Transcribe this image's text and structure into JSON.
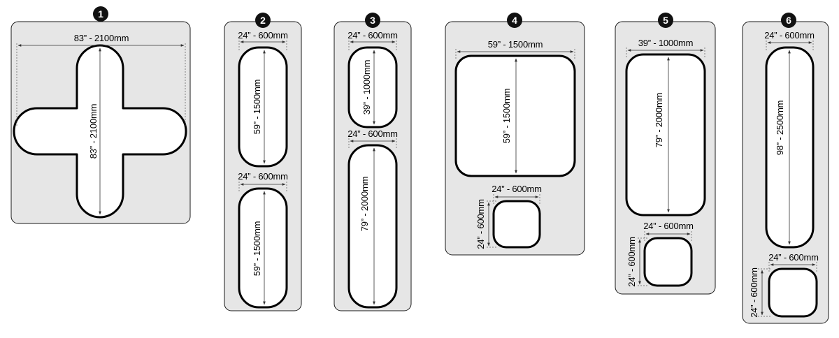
{
  "layouts": [
    {
      "number": "1",
      "labels": [
        "83” - 2100mm",
        "83” - 2100mm"
      ]
    },
    {
      "number": "2",
      "labels": [
        "24” - 600mm",
        "59” - 1500mm",
        "24” - 600mm",
        "59” - 1500mm"
      ]
    },
    {
      "number": "3",
      "labels": [
        "24” - 600mm",
        "39” - 1000mm",
        "24” - 600mm",
        "79” - 2000mm"
      ]
    },
    {
      "number": "4",
      "labels": [
        "59” - 1500mm",
        "59” - 1500mm",
        "24” - 600mm",
        "24” - 600mm"
      ]
    },
    {
      "number": "5",
      "labels": [
        "39” - 1000mm",
        "79” - 2000mm",
        "24” - 600mm",
        "24” - 600mm"
      ]
    },
    {
      "number": "6",
      "labels": [
        "24” - 600mm",
        "98” - 2500mm",
        "24” - 600mm",
        "24” - 600mm"
      ]
    }
  ]
}
